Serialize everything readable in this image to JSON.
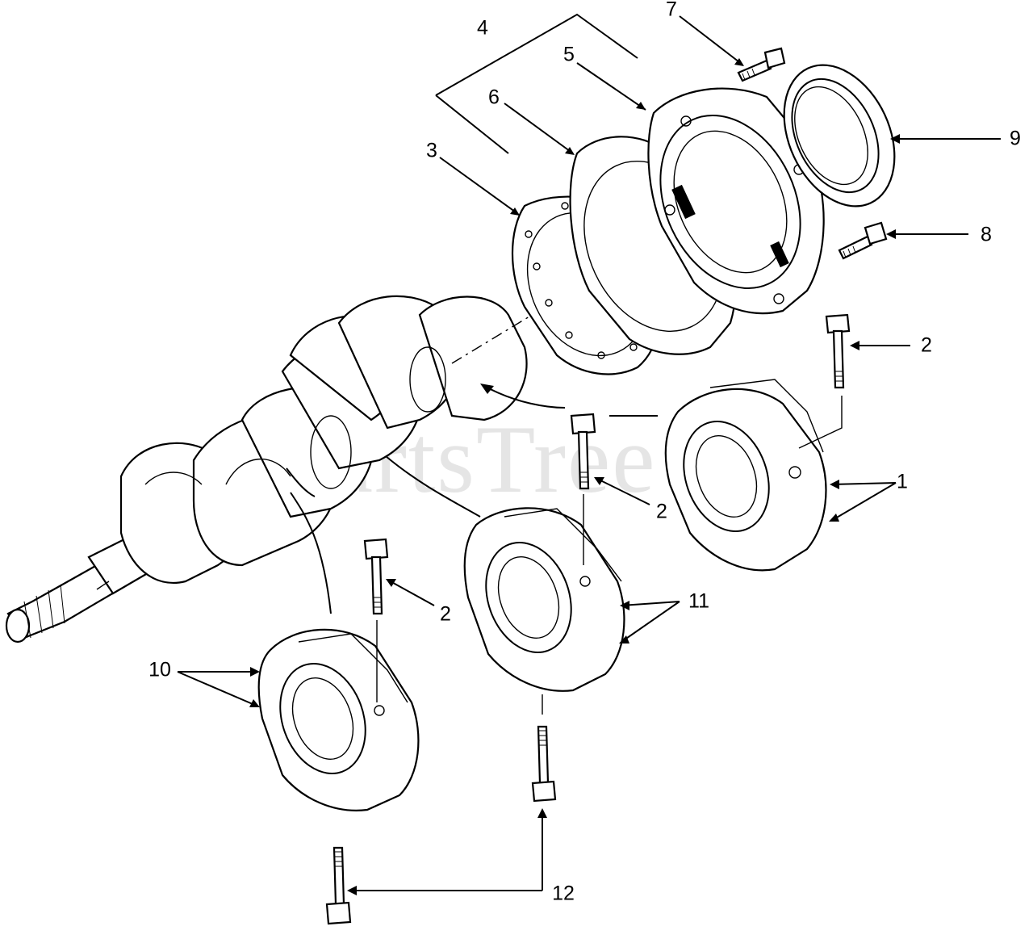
{
  "watermark": "PartsTree",
  "callouts": {
    "c1": "1",
    "c2a": "2",
    "c2b": "2",
    "c2c": "2",
    "c3": "3",
    "c4": "4",
    "c5": "5",
    "c6": "6",
    "c7": "7",
    "c8": "8",
    "c9": "9",
    "c10": "10",
    "c11": "11",
    "c12": "12"
  },
  "parts": [
    {
      "ref": "1",
      "name": "bearing-holder"
    },
    {
      "ref": "2",
      "name": "bolt"
    },
    {
      "ref": "3",
      "name": "gasket"
    },
    {
      "ref": "4",
      "name": "gasket-set"
    },
    {
      "ref": "5",
      "name": "bearing-housing"
    },
    {
      "ref": "6",
      "name": "gasket"
    },
    {
      "ref": "7",
      "name": "bolt"
    },
    {
      "ref": "8",
      "name": "bolt"
    },
    {
      "ref": "9",
      "name": "oil-seal"
    },
    {
      "ref": "10",
      "name": "bearing-holder"
    },
    {
      "ref": "11",
      "name": "bearing-holder"
    },
    {
      "ref": "12",
      "name": "bolt"
    }
  ]
}
